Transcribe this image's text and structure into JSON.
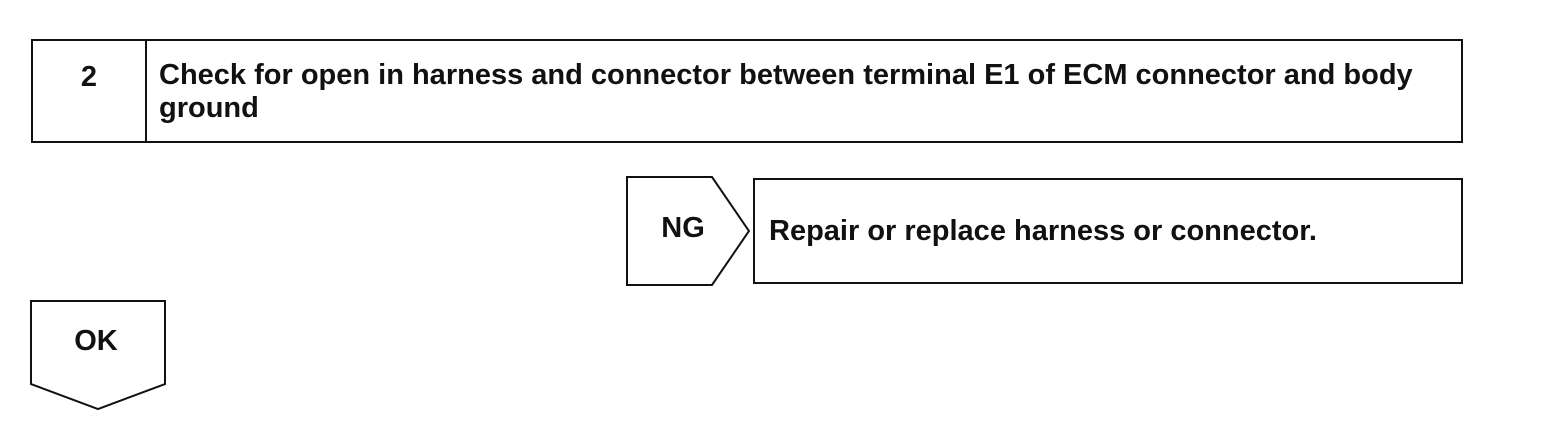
{
  "step": {
    "number": "2",
    "text": "Check for open in harness and connector between terminal E1 of ECM connector and body ground"
  },
  "ng_branch": {
    "label": "NG",
    "result": "Repair or replace harness or connector."
  },
  "ok_branch": {
    "label": "OK"
  }
}
